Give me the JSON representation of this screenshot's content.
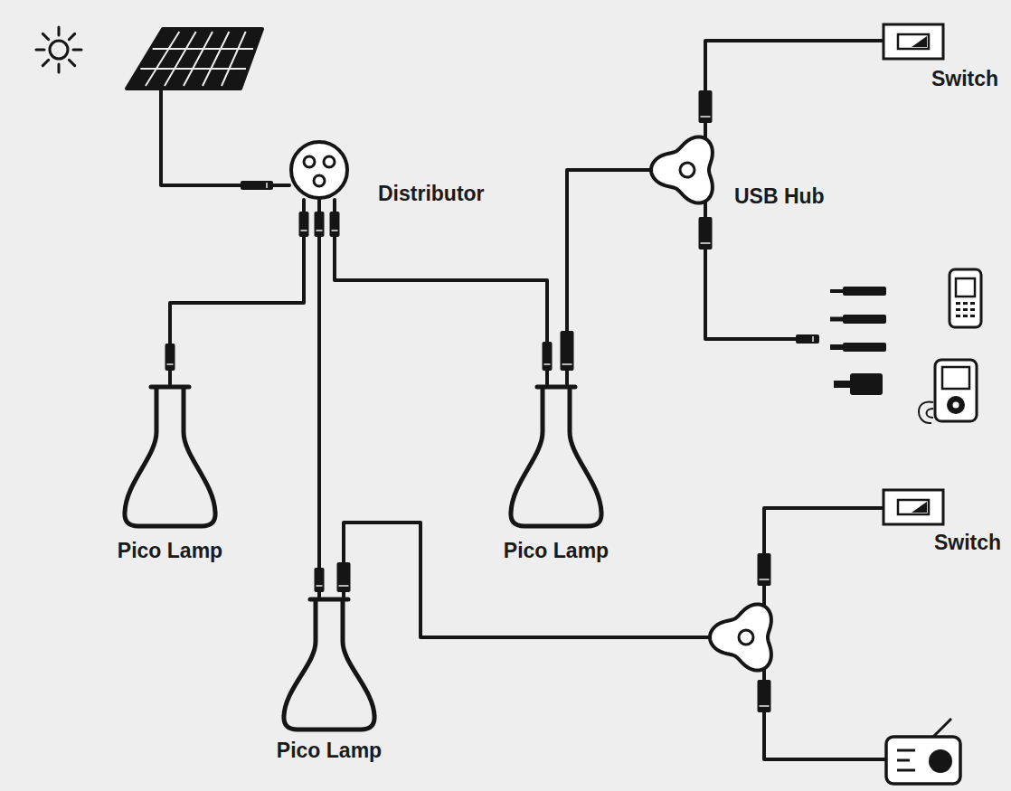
{
  "diagram": {
    "nodes": [
      {
        "text": [
          "Distributor"
        ]
      },
      {
        "text": [
          "USB Hub"
        ]
      },
      {
        "text": [
          "Switch"
        ]
      },
      {
        "text": [
          "Pico Lamp"
        ]
      },
      {
        "text": [
          "Pico Lamp"
        ]
      },
      {
        "text": [
          "Switch"
        ]
      },
      {
        "text": [
          "Pico Lamp"
        ]
      }
    ],
    "edges": [
      {
        "from": 0,
        "to": 3,
        "arrow": "none"
      },
      {
        "from": 0,
        "to": 6,
        "arrow": "none"
      },
      {
        "from": 0,
        "to": 4,
        "arrow": "none"
      },
      {
        "from": 4,
        "to": 1,
        "arrow": "none"
      },
      {
        "from": 1,
        "to": 2,
        "arrow": "none"
      }
    ]
  }
}
